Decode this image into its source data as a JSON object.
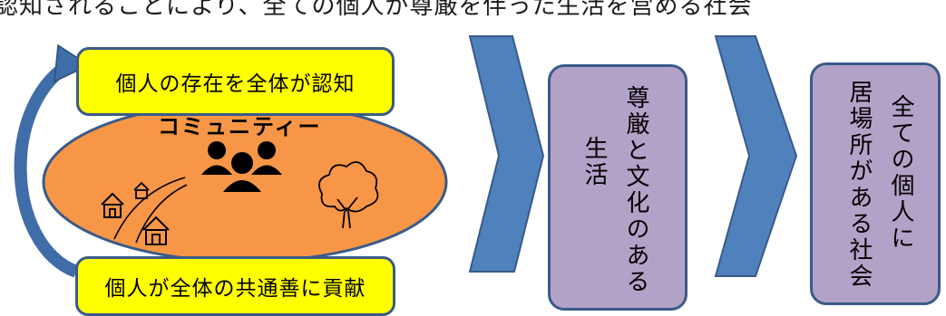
{
  "caption": "認知されることにより、全ての個人が尊厳を伴った生活を営める社会",
  "community": {
    "top_box": "個人の存在を全体が認知",
    "bottom_box": "個人が全体の共通善に貢献",
    "label": "コミュニティー"
  },
  "result_box_1": {
    "line_right": "尊厳と文化のある",
    "line_left": "生活"
  },
  "result_box_2": {
    "line_right": "全ての個人に",
    "line_left": "居場所がある社会"
  },
  "icons": [
    "people-group-icon",
    "house-icon",
    "road-icon",
    "tree-icon",
    "chevron-arrow-icon",
    "curved-arrow-icon"
  ],
  "colors": {
    "ellipse_fill": "#f79646",
    "box_yellow": "#ffff00",
    "box_purple": "#b3a2c8",
    "arrow_blue": "#4f81bd",
    "outline": "#3a5b88"
  }
}
